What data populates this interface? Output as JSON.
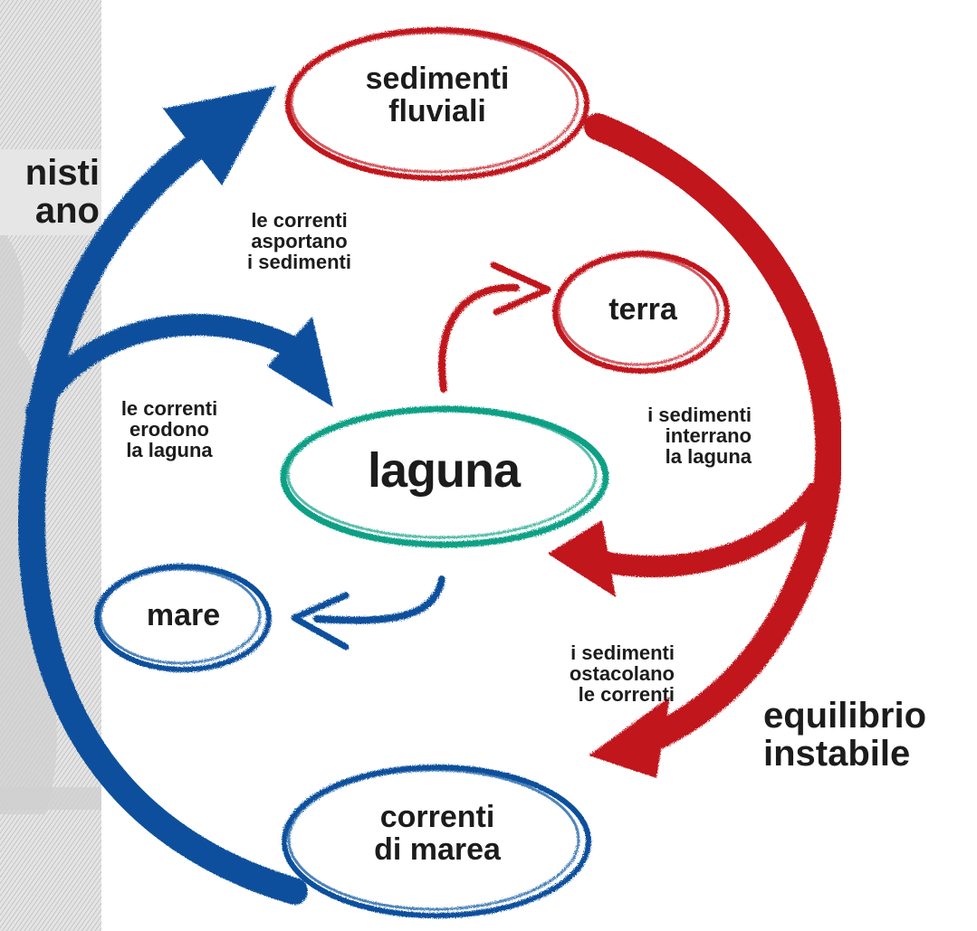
{
  "background_image": {
    "side_text": "nisti\nano",
    "colors": {
      "engraving_bg": "#dcdcdc",
      "engraving_lines": "#9a9a9a"
    }
  },
  "nodes": {
    "sedimenti_fluviali": "sedimenti\nfluviali",
    "terra": "terra",
    "laguna": "laguna",
    "mare": "mare",
    "correnti_di_marea": "correnti\ndi marea"
  },
  "annotations": {
    "correnti_asportano": "le correnti\nasportano\ni sedimenti",
    "correnti_erodono": "le correnti\nerodono\nla laguna",
    "sedimenti_interrano": "i sedimenti\ninterrano\nla laguna",
    "sedimenti_ostacolano": "i sedimenti\nostacolano\nle correnti",
    "equilibrio": "equilibrio\ninstabile"
  },
  "colors": {
    "red": "#c0141e",
    "blue": "#08509c",
    "green": "#0aa085",
    "text": "#1c1c1c"
  }
}
